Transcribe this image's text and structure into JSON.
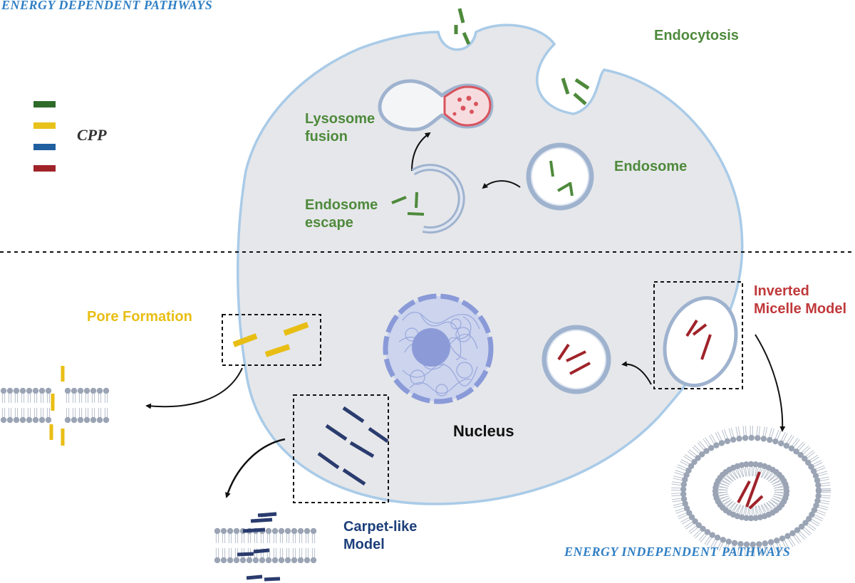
{
  "titles": {
    "top": "ENERGY DEPENDENT PATHWAYS",
    "bottom": "ENERGY INDEPENDENT PATHWAYS"
  },
  "legend": {
    "label": "CPP",
    "colors": [
      "#2e6b2a",
      "#e8c21a",
      "#1f5fa0",
      "#a0232a"
    ]
  },
  "labels": {
    "endocytosis": "Endocytosis",
    "lysosome_fusion": [
      "Lysosome",
      "fusion"
    ],
    "endosome": "Endosome",
    "endosome_escape": [
      "Endosome",
      "escape"
    ],
    "pore_formation": "Pore Formation",
    "inverted_micelle": [
      "Inverted",
      "Micelle Model"
    ],
    "nucleus": "Nucleus",
    "carpet_like": [
      "Carpet-like",
      "Model"
    ]
  },
  "colors": {
    "cell_fill": "#e6e7ea",
    "membrane": "#a9cbe8",
    "vesicle": "#9fb3cf",
    "nucleus_fill": "#ccd4ee",
    "nucleolus": "#8c9bd8",
    "lysosome": "#d9535c"
  }
}
